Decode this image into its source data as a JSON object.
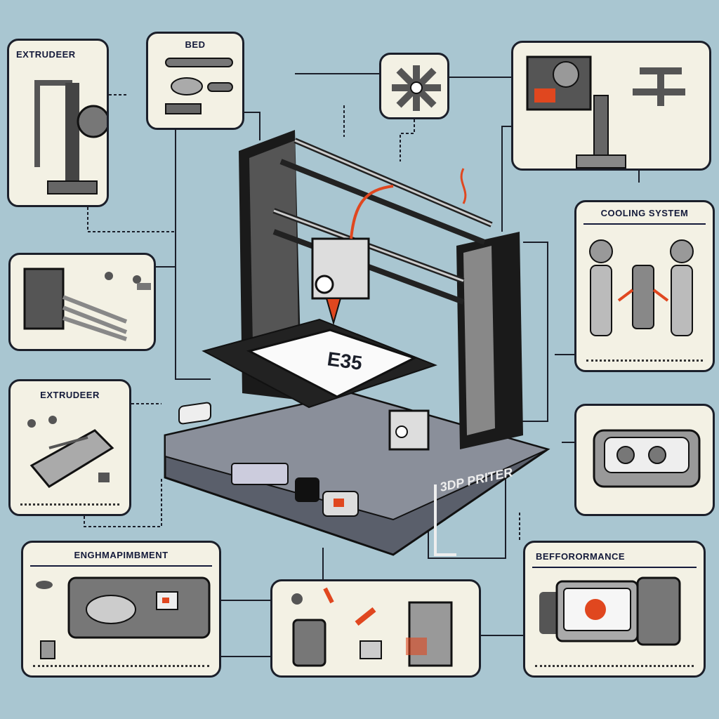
{
  "panels": {
    "extruder_top": {
      "title": "EXTRUDEER"
    },
    "bed": {
      "title": "BED"
    },
    "cooling": {
      "title": "COOLING SYSTEM"
    },
    "extruder_left": {
      "title": "EXTRUDEER"
    },
    "enghmapimbment": {
      "title": "ENGHMAPIMBMENT"
    },
    "performance": {
      "title": "BEFFORORMANCE"
    }
  },
  "printer": {
    "bed_label": "E35",
    "side_label": "3DP PRITER"
  },
  "colors": {
    "background": "#a9c6d1",
    "panel": "#f3f1e4",
    "accent": "#e0471f",
    "ink": "#1b1f2a"
  }
}
